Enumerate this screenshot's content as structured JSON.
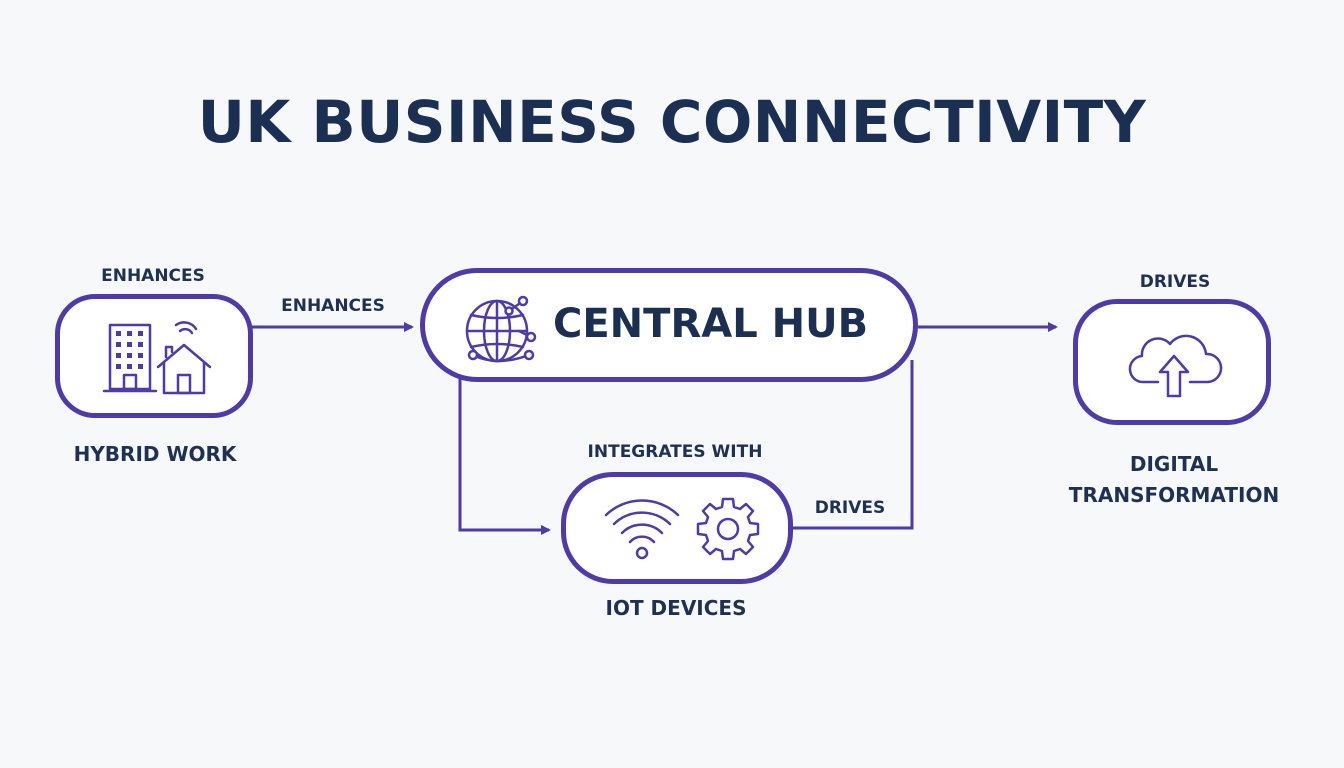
{
  "title": "UK BUSINESS CONNECTIVITY",
  "nodes": {
    "hybrid_work": {
      "label": "HYBRID WORK",
      "top_label": "ENHANCES",
      "icon": "office-home-wifi-icon"
    },
    "central_hub": {
      "label": "CENTRAL HUB",
      "icon": "globe-network-icon"
    },
    "iot_devices": {
      "label": "IOT DEVICES",
      "top_label": "INTEGRATES WITH",
      "icons": [
        "wifi-icon",
        "gear-icon"
      ]
    },
    "digital_transformation": {
      "label_line1": "DIGITAL",
      "label_line2": "TRANSFORMATION",
      "top_label": "DRIVES",
      "icon": "cloud-upload-icon"
    }
  },
  "edges": {
    "hybrid_to_hub": "ENHANCES",
    "iot_to_hub": "DRIVES"
  },
  "colors": {
    "accent": "#4f3aa8",
    "text": "#1a2f52",
    "background": "#f7f8fa"
  }
}
